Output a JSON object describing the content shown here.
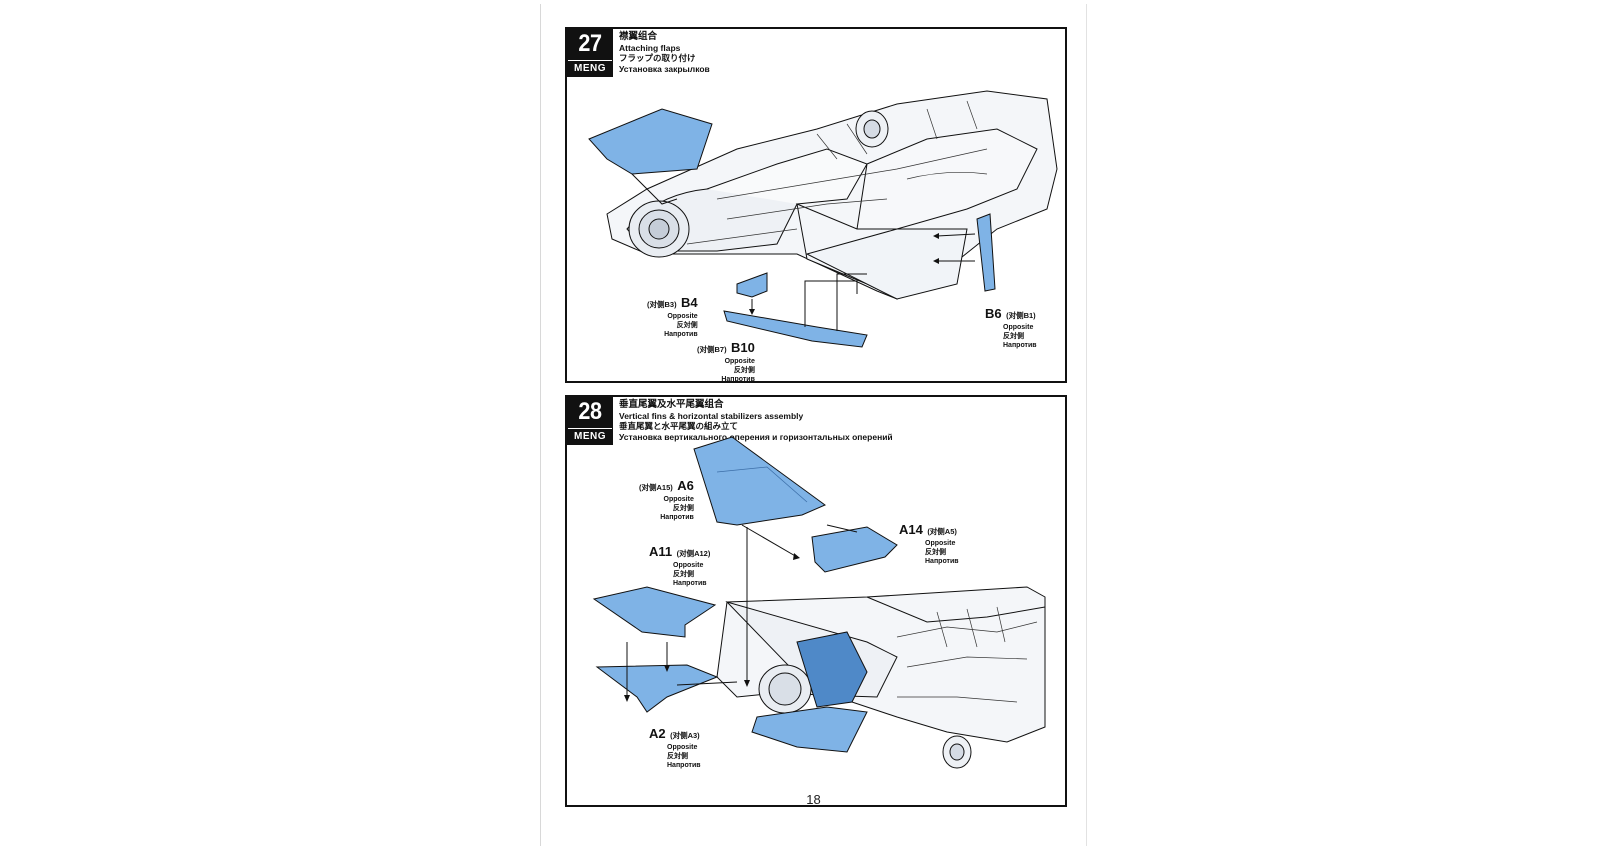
{
  "page_number": "18",
  "steps": [
    {
      "number": "27",
      "brand": "MENG",
      "title_cn": "襟翼组合",
      "title_en": "Attaching flaps",
      "title_jp": "フラップの取り付け",
      "title_ru": "Установка закрылков",
      "parts": [
        {
          "code": "B4",
          "opposite_code": "(对侧B3)",
          "opposite_en": "Opposite",
          "opposite_jp": "反対側",
          "opposite_ru": "Напротив"
        },
        {
          "code": "B10",
          "opposite_code": "(对侧B7)",
          "opposite_en": "Opposite",
          "opposite_jp": "反対側",
          "opposite_ru": "Напротив"
        },
        {
          "code": "B6",
          "opposite_code": "(对侧B1)",
          "opposite_en": "Opposite",
          "opposite_jp": "反対側",
          "opposite_ru": "Напротив"
        }
      ]
    },
    {
      "number": "28",
      "brand": "MENG",
      "title_cn": "垂直尾翼及水平尾翼组合",
      "title_en": "Vertical fins & horizontal stabilizers assembly",
      "title_jp": "垂直尾翼と水平尾翼の組み立て",
      "title_ru": "Установка вертикального оперения и горизонтальных оперений",
      "parts": [
        {
          "code": "A6",
          "opposite_code": "(对侧A15)",
          "opposite_en": "Opposite",
          "opposite_jp": "反対側",
          "opposite_ru": "Напротив"
        },
        {
          "code": "A14",
          "opposite_code": "(对侧A5)",
          "opposite_en": "Opposite",
          "opposite_jp": "反対側",
          "opposite_ru": "Напротив"
        },
        {
          "code": "A11",
          "opposite_code": "(对侧A12)",
          "opposite_en": "Opposite",
          "opposite_jp": "反対側",
          "opposite_ru": "Напротив"
        },
        {
          "code": "A2",
          "opposite_code": "(对侧A3)",
          "opposite_en": "Opposite",
          "opposite_jp": "反対側",
          "opposite_ru": "Напротив"
        }
      ]
    }
  ],
  "colors": {
    "part_highlight": "#7fb3e6",
    "part_dark": "#4f89c8",
    "line": "#111111",
    "aircraft": "#f4f6f9"
  }
}
